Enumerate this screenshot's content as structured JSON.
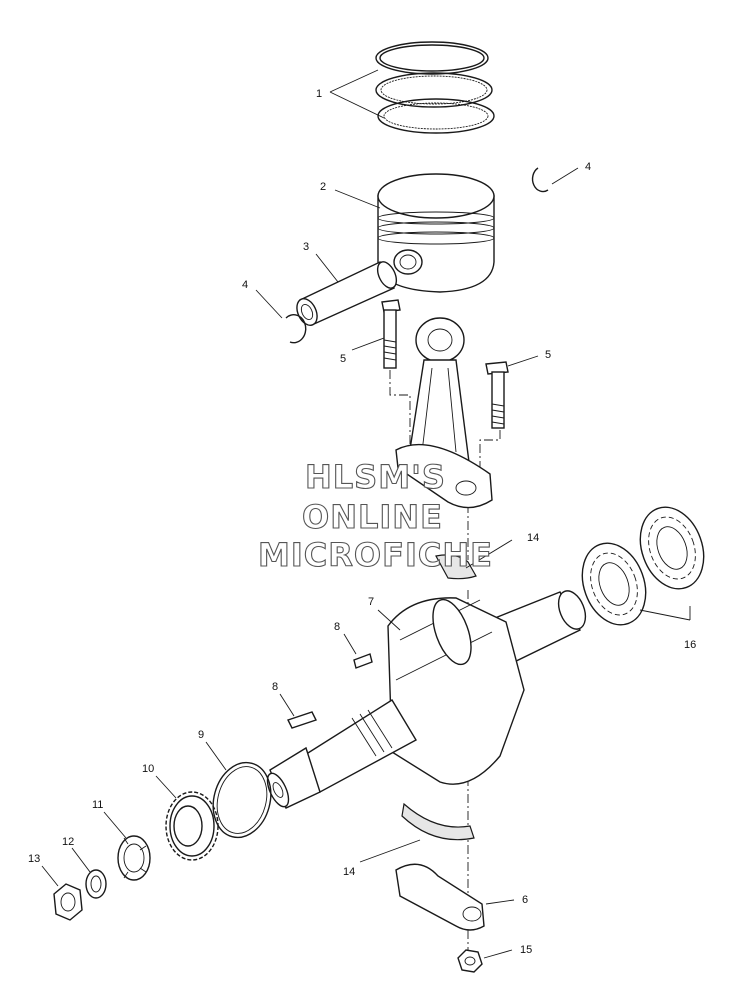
{
  "watermark": {
    "line1": "HLSM'S",
    "line2": "ONLINE",
    "line3": "MICROFICHE"
  },
  "callouts": {
    "c1": "1",
    "c2": "2",
    "c3": "3",
    "c4a": "4",
    "c4b": "4",
    "c5a": "5",
    "c5b": "5",
    "c6": "6",
    "c7": "7",
    "c8a": "8",
    "c8b": "8",
    "c9": "9",
    "c10": "10",
    "c11": "11",
    "c12": "12",
    "c13": "13",
    "c14a": "14",
    "c14b": "14",
    "c15": "15",
    "c16": "16"
  }
}
